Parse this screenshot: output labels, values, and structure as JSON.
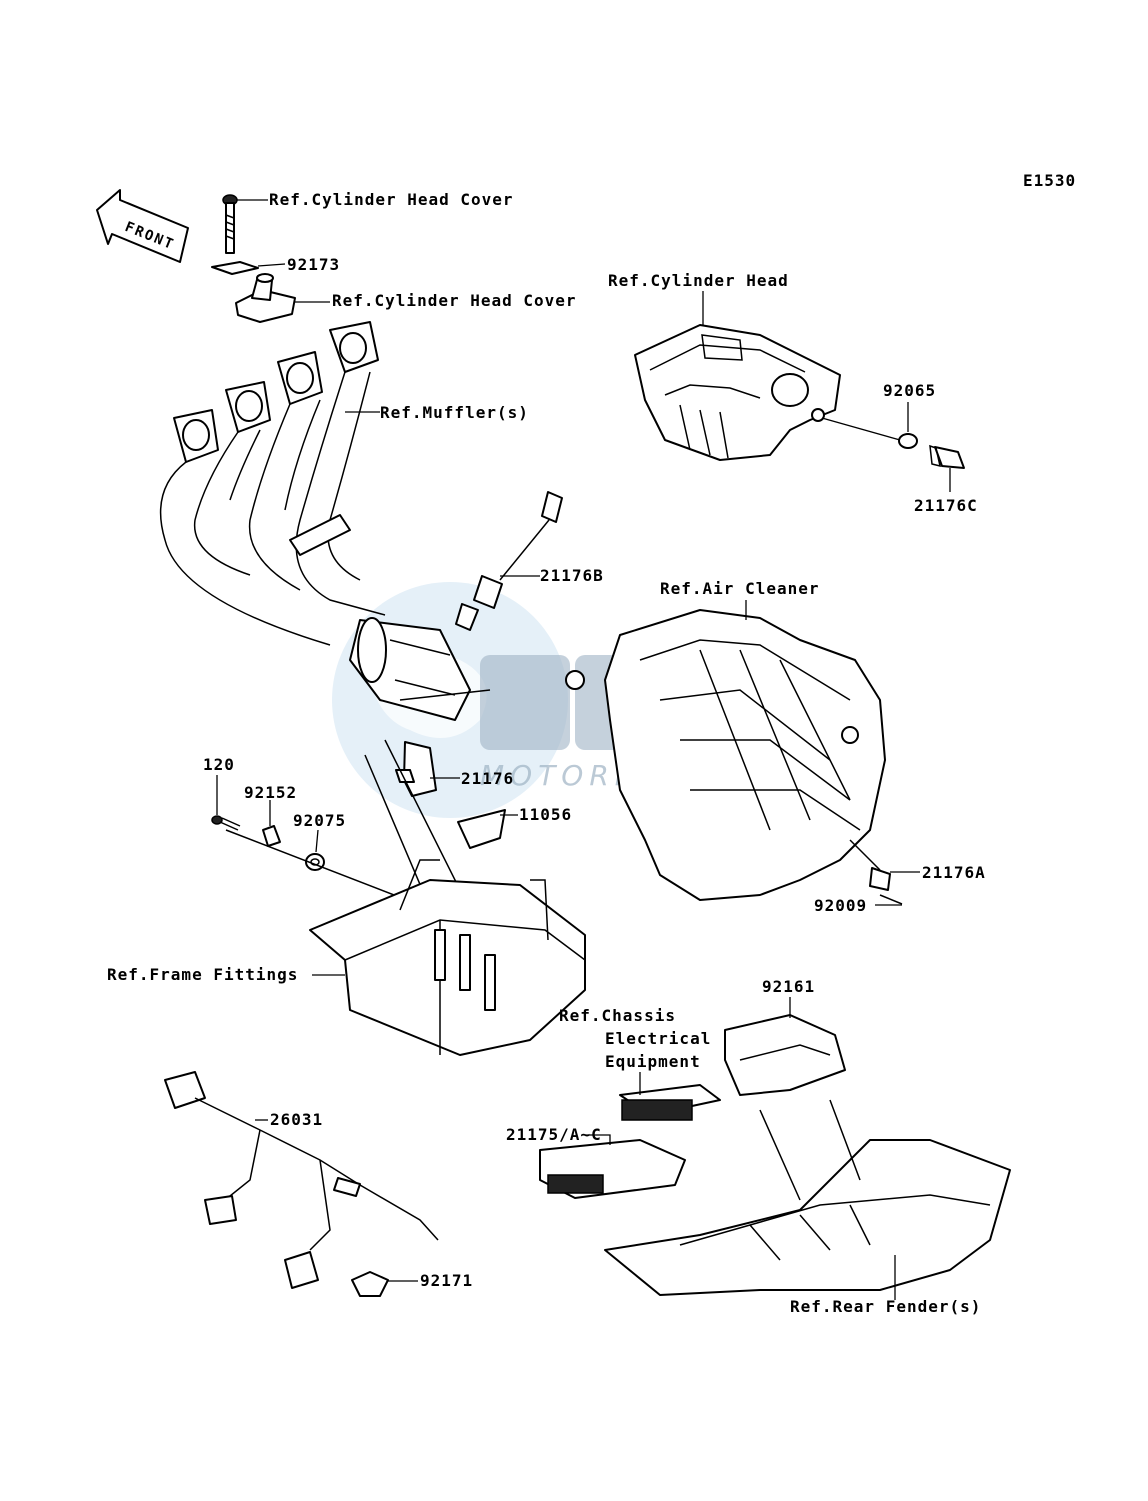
{
  "diagram_id": "E1530",
  "front_arrow_label": "FRONT",
  "watermark": {
    "brand": "OSM",
    "sub": "MOTORPARTS"
  },
  "labels": {
    "ref_cyl_head_cover_1": "Ref.Cylinder Head Cover",
    "p92173": "92173",
    "ref_cyl_head_cover_2": "Ref.Cylinder Head Cover",
    "ref_cyl_head": "Ref.Cylinder Head",
    "ref_muffler": "Ref.Muffler(s)",
    "p92065": "92065",
    "p21176C": "21176C",
    "p21176B": "21176B",
    "ref_air_cleaner": "Ref.Air Cleaner",
    "p120": "120",
    "p92152": "92152",
    "p21176": "21176",
    "p92075": "92075",
    "p11056": "11056",
    "p21176A": "21176A",
    "p92009": "92009",
    "ref_frame_fittings": "Ref.Frame Fittings",
    "p92161": "92161",
    "ref_chassis_1": "Ref.Chassis",
    "ref_chassis_2": "Electrical",
    "ref_chassis_3": "Equipment",
    "p26031": "26031",
    "p21175": "21175/A~C",
    "p92171": "92171",
    "ref_rear_fender": "Ref.Rear Fender(s)"
  }
}
